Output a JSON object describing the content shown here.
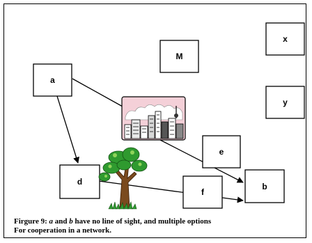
{
  "nodes": {
    "x": "x",
    "M": "M",
    "y": "y",
    "a": "a",
    "e": "e",
    "d": "d",
    "f": "f",
    "b": "b"
  },
  "caption": {
    "line1_prefix": "Firgure 9: ",
    "node_a": "a",
    "and_word": " and ",
    "node_b": "b",
    "line1_suffix": " have no line of sight, and multiple options",
    "line2": "For cooperation in a network."
  },
  "icons": [
    "city-skyline-icon",
    "tree-icon"
  ],
  "colors": {
    "line": "#000000",
    "sky": "#f4d0d8",
    "foliage": "#2f9a2f",
    "trunk": "#7a4a1e"
  }
}
